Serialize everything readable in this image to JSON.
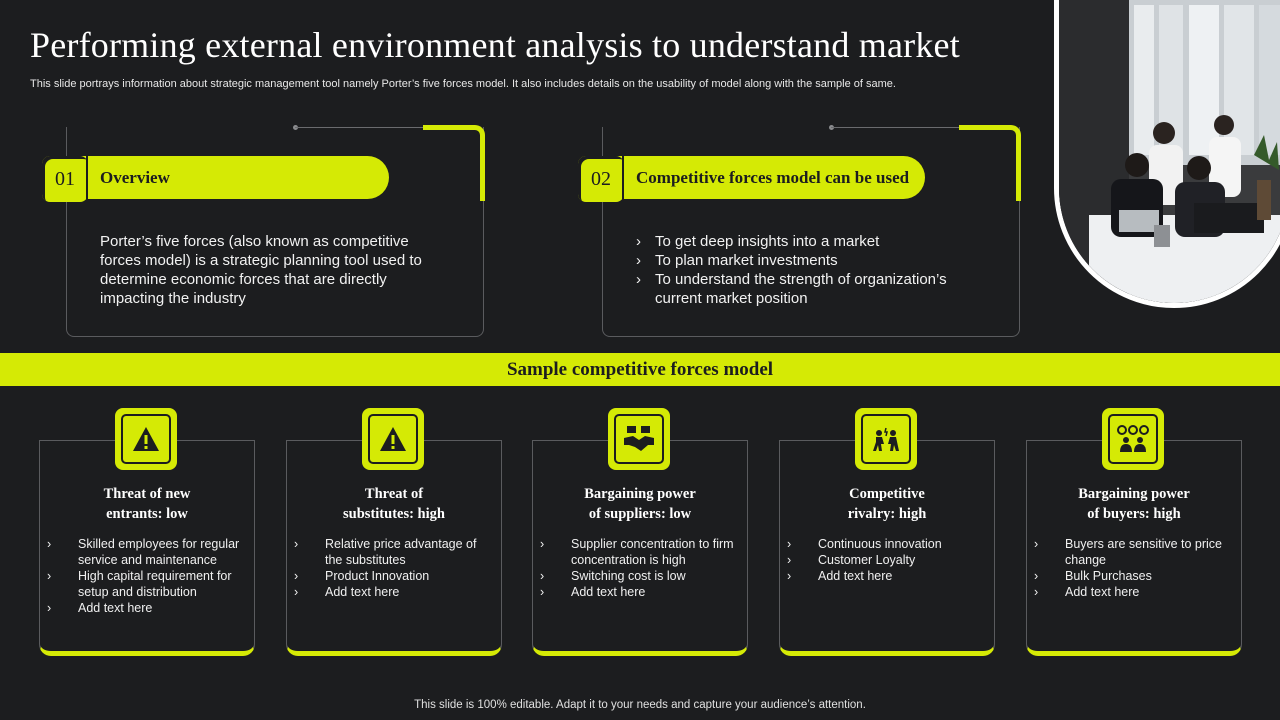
{
  "title": "Performing external environment analysis to understand market",
  "subtitle": "This slide portrays information about strategic management tool namely Porter’s five forces model. It also includes details on the usability of model along with the sample of same.",
  "colors": {
    "accent": "#d5ea05",
    "background": "#1c1d1f",
    "text": "#ffffff"
  },
  "cards": [
    {
      "number": "01",
      "label": "Overview",
      "text": "Porter’s five forces (also known as competitive forces model) is a strategic planning tool used to determine economic forces that are directly impacting the industry"
    },
    {
      "number": "02",
      "label": "Competitive forces model can be used",
      "bullets": [
        "To get deep insights into a market",
        "To plan market investments",
        "To understand  the strength of organization’s current  market position"
      ]
    }
  ],
  "banner": "Sample competitive forces model",
  "forces": [
    {
      "icon": "warning-icon",
      "title_line1": "Threat of new",
      "title_line2": "entrants: low",
      "bullets": [
        "Skilled employees for regular service and maintenance",
        "High capital requirement for setup and distribution",
        "Add text here"
      ]
    },
    {
      "icon": "warning-icon",
      "title_line1": "Threat of",
      "title_line2": "substitutes: high",
      "bullets": [
        "Relative  price advantage of the substitutes",
        "Product Innovation",
        "Add text here"
      ]
    },
    {
      "icon": "handshake-money-icon",
      "title_line1": "Bargaining power",
      "title_line2": "of suppliers:  low",
      "bullets": [
        "Supplier concentration to firm concentration is high",
        "Switching cost is low",
        "Add text here"
      ]
    },
    {
      "icon": "rivalry-people-icon",
      "title_line1": "Competitive",
      "title_line2": "rivalry:  high",
      "bullets": [
        "Continuous innovation",
        "Customer Loyalty",
        "Add text here"
      ]
    },
    {
      "icon": "buyers-group-icon",
      "title_line1": "Bargaining power",
      "title_line2": "of buyers:  high",
      "bullets": [
        "Buyers are sensitive to price change",
        "Bulk Purchases",
        "Add text here"
      ]
    }
  ],
  "footer": "This slide is 100% editable. Adapt it to your needs and capture your audience’s attention."
}
